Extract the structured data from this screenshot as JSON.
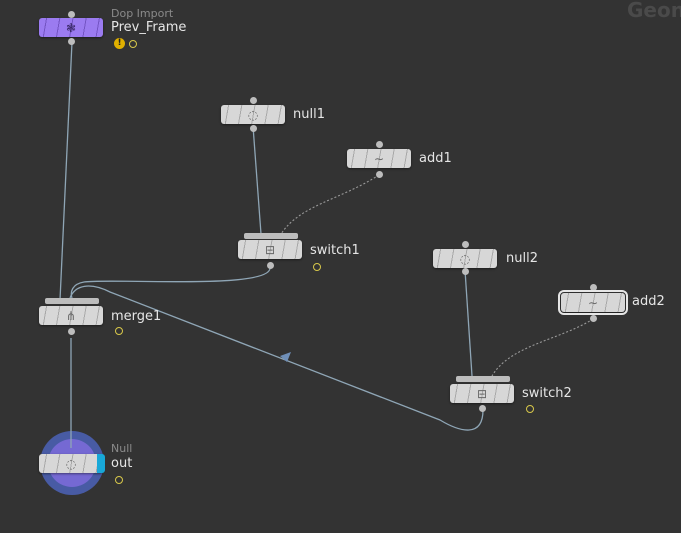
{
  "network": {
    "context_label": "Geon"
  },
  "colors": {
    "wire": "#8fa6b6",
    "dotted_wire": "#9a9a9a",
    "arrow": "#6f8fb8",
    "purple_node": "#9b7bf0",
    "display_flag": "#18a8d8",
    "badge": "#d8c84a"
  },
  "nodes": {
    "dop_import": {
      "type_label": "Dop Import",
      "name": "Prev_Frame",
      "icon": "dop-import-icon"
    },
    "null1": {
      "name": "null1",
      "icon": "null-circle-icon",
      "glyph": "◌"
    },
    "add1": {
      "name": "add1",
      "icon": "add-wave-icon",
      "glyph": "∼"
    },
    "switch1": {
      "name": "switch1",
      "icon": "switch-icon"
    },
    "null2": {
      "name": "null2",
      "icon": "null-circle-icon",
      "glyph": "◌"
    },
    "add2": {
      "name": "add2",
      "icon": "add-wave-icon",
      "glyph": "∼"
    },
    "merge1": {
      "name": "merge1",
      "icon": "merge-icon"
    },
    "switch2": {
      "name": "switch2",
      "icon": "switch-icon"
    },
    "out": {
      "type_label": "Null",
      "name": "out",
      "icon": "null-circle-icon",
      "glyph": "◌"
    }
  },
  "warning_glyph": "!"
}
